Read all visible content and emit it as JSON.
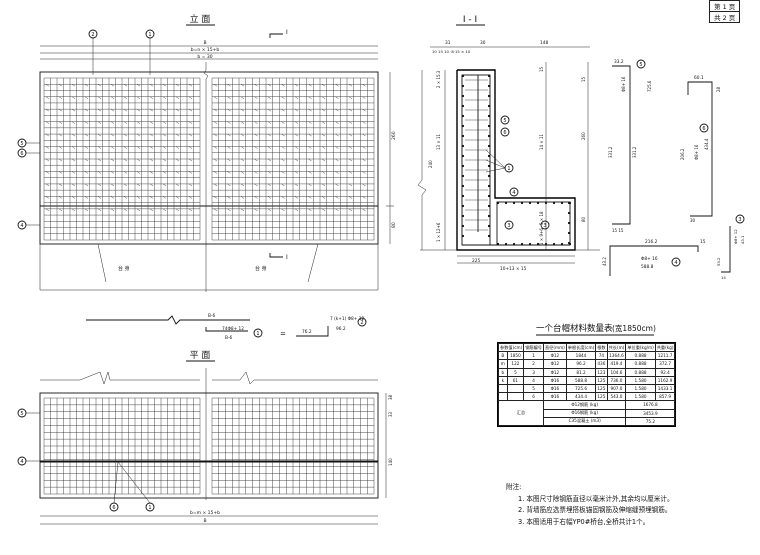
{
  "sheet": {
    "row1": "第 1 页",
    "row2": "共 2 页"
  },
  "elevation": {
    "title": "立 面",
    "section_mark": "I",
    "dim_B": "B",
    "dim_b_mid": "b=n × 15+b",
    "dim_b": "b = 30",
    "dim_height": "260",
    "dim_bottom": "80",
    "label_left": "台 身",
    "label_right": "台 身",
    "callouts": [
      "1",
      "2",
      "5",
      "6",
      "4"
    ]
  },
  "section": {
    "title": "I - I",
    "dims": {
      "top": [
        "31",
        "30",
        "148"
      ],
      "top2": "10  15 10 ·8·15 × 10",
      "left_v1": "2 × 15.3",
      "left_v2": "13 × 11",
      "left_v3": "240",
      "left_v4": "1 × 12+6",
      "right_v1": "15",
      "right_v2": "14 × 11",
      "right_v3": "260",
      "right_v4": "80",
      "right_v5": "5 × 18",
      "right_v6": "1 × 9+6",
      "bottom1": "225",
      "bottom2": "10+13 × 15"
    },
    "callouts": [
      "1",
      "4",
      "3",
      "3",
      "5",
      "6"
    ]
  },
  "bars": {
    "bar5_top": "33.2",
    "bar5_label": "Φ8+ 16",
    "bar5_len": "725.6",
    "bar5_height": "331.2",
    "bar5_bottom": "15  15",
    "bar6_top": "60.1",
    "bar6_side": "28",
    "bar6_label": "Φ8+ 16",
    "bar6_len": "434.4",
    "bar6_height": "206.2",
    "bar6_bottom": "30",
    "bar4_top": "216.2",
    "bar4_right": "15",
    "bar4_label": "Φ8+ 16",
    "bar4_len": "588.8",
    "bar4_left": "43.2",
    "bar3_label": "Φ8+ 12",
    "bar3_len": "43.1",
    "bar3_h": "53.2",
    "bar3_w": "14",
    "callouts": {
      "b5": "5",
      "b6": "6",
      "b4": "4",
      "b3": "3"
    }
  },
  "bar1": {
    "length_top": "B-6",
    "label": "74Φ8+ 12",
    "length": "B-6",
    "callout": "1",
    "eq": "="
  },
  "bar2": {
    "label": "7 (k+1) Φ8+ 12",
    "len": "96.2",
    "hook": "76.2",
    "callout": "2"
  },
  "plan": {
    "title": "平 面",
    "dim_bottom1": "b=m × 15+b",
    "dim_bottom2": "B",
    "dim_right1": "38",
    "dim_right2": "33",
    "dim_right3": "140",
    "callouts": [
      "5",
      "4",
      "6",
      "1"
    ]
  },
  "table": {
    "title": "一个台帽材料数量表",
    "title_suffix": "(宽1850cm)",
    "headers": [
      "参数值(cm)",
      "钢筋编号",
      "直径(mm)",
      "单根长度(cm)",
      "根数",
      "共长(m)",
      "单位重(kg/m)",
      "共重(kg)"
    ],
    "rows": [
      [
        "B",
        "1850",
        "1",
        "Φ12",
        "1844",
        "74",
        "1364.6",
        "0.888",
        "1211.7"
      ],
      [
        "m",
        "122",
        "2",
        "Φ12",
        "96.2",
        "436",
        "419.4",
        "0.888",
        "372.7"
      ],
      [
        "b",
        "5",
        "3",
        "Φ12",
        "81.2",
        "123",
        "104.6",
        "0.888",
        "92.4"
      ],
      [
        "k",
        "61",
        "4",
        "Φ16",
        "588.8",
        "125",
        "736.0",
        "1.580",
        "1162.9"
      ],
      [
        "",
        "",
        "5",
        "Φ16",
        "725.6",
        "125",
        "907.0",
        "1.580",
        "1433.1"
      ],
      [
        "",
        "",
        "6",
        "Φ16",
        "434.4",
        "125",
        "543.0",
        "1.580",
        "857.9"
      ]
    ],
    "summary_label": "汇总",
    "summary": [
      [
        "Φ12钢筋 (kg)",
        "1676.8"
      ],
      [
        "Φ16钢筋 (kg)",
        "3453.9"
      ],
      [
        "C35混凝土 (m3)",
        "75.2"
      ]
    ]
  },
  "notes": {
    "title": "附注:",
    "items": [
      "1. 本图尺寸除钢筋直径以毫米计外,其余均以厘米计。",
      "2. 背墙筋应选票埋搭板锚固钢筋及伸缩缝预埋钢筋。",
      "3. 本图适用于右幅YP0#桥台,全桥共计1个。"
    ]
  }
}
